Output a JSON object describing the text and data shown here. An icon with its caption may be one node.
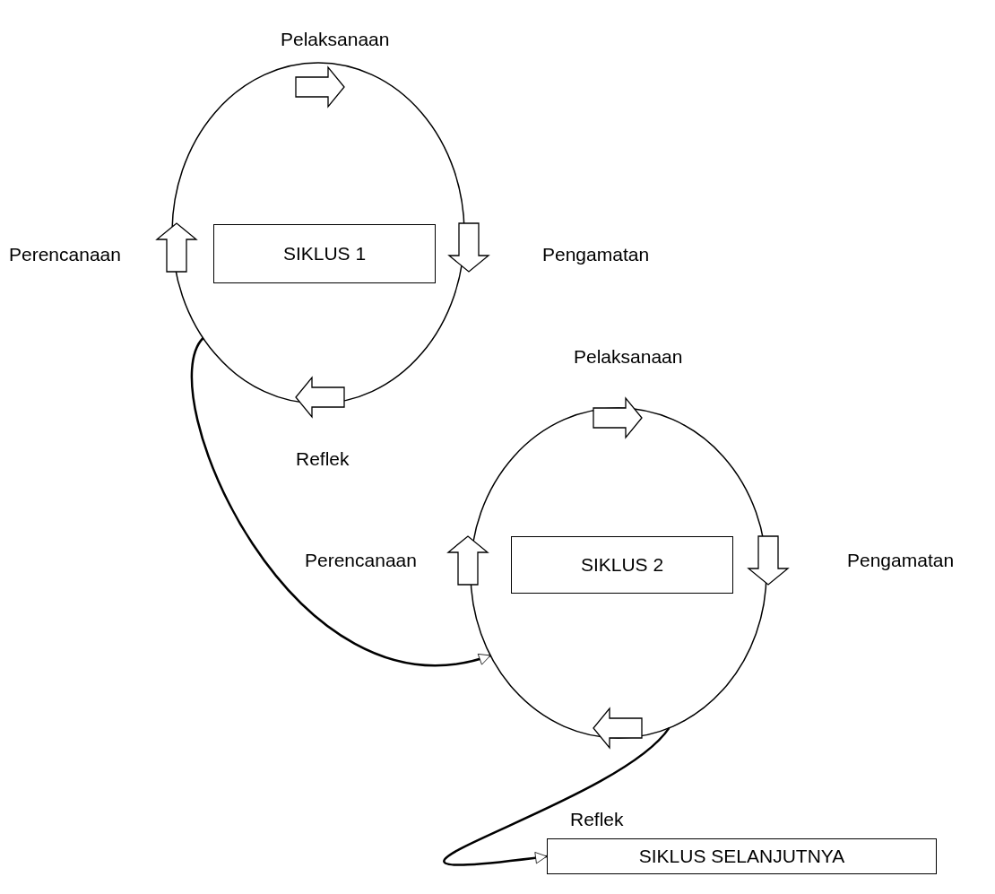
{
  "diagram": {
    "nodes": [
      {
        "text": [],
        "shape": "circle"
      },
      {
        "text": [
          "SIKLUS 1"
        ],
        "in": 0
      },
      {
        "text": [],
        "shape": "circle"
      },
      {
        "text": [
          "SIKLUS 2"
        ],
        "in": 2
      },
      {
        "text": [
          "SIKLUS SELANJUTNYA"
        ]
      }
    ],
    "edges": [
      {
        "from": 0,
        "to": 2,
        "arrow": "to",
        "label": "Reflek"
      },
      {
        "from": 2,
        "to": 4,
        "arrow": "to",
        "label": "Reflek"
      }
    ],
    "labels": [
      "Pelaksanaan",
      "Perencanaan",
      "Pengamatan",
      "Pelaksanaan",
      "Perencanaan",
      "Pengamatan"
    ]
  }
}
